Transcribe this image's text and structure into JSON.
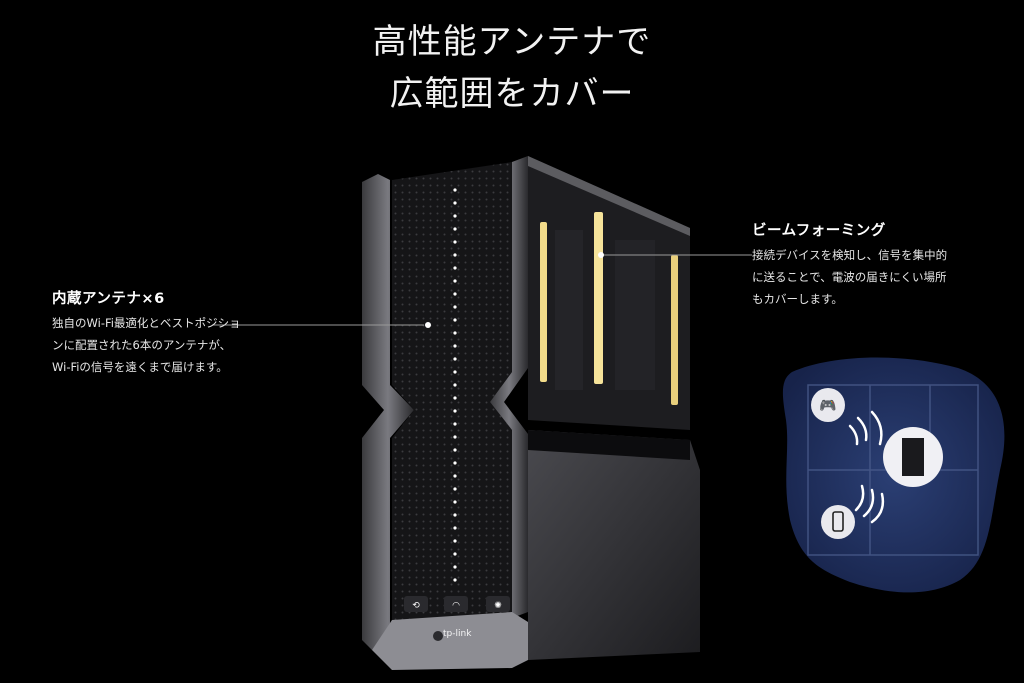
{
  "headline": {
    "line1": "高性能アンテナで",
    "line2": "広範囲をカバー"
  },
  "features": {
    "internal": {
      "title": "内蔵アンテナ×6",
      "desc": [
        "独自のWi-Fi最適化とベストポジショ",
        "ンに配置された6本のアンテナが、",
        "Wi-Fiの信号を遠くまで届けます。"
      ]
    },
    "beamforming": {
      "title": "ビームフォーミング",
      "desc": [
        "接続デバイスを検知し、信号を集中的",
        "に送ることで、電波の届きにくい場所",
        "もカバーします。"
      ]
    }
  },
  "brand": {
    "logo_text": "tp-link"
  },
  "icons": [
    "gamepad-icon",
    "phone-icon",
    "router-icon",
    "led-icon",
    "wifi-icon",
    "sync-icon"
  ],
  "colors": {
    "background": "#000000",
    "antenna_glow": "#f3dc8a",
    "map_blob": "#1b2a55",
    "text": "#ffffff"
  }
}
